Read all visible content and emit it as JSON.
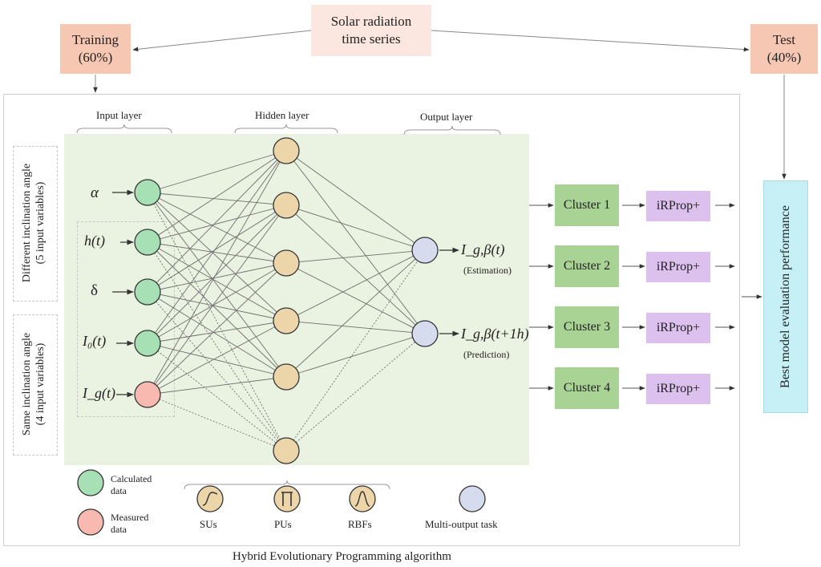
{
  "top": {
    "source": "Solar radiation\ntime series",
    "training": "Training\n(60%)",
    "test": "Test\n(40%)"
  },
  "layers": {
    "input": "Input layer",
    "hidden": "Hidden layer",
    "output": "Output layer"
  },
  "side_labels": {
    "different": "Different inclination angle\n(5 input variables)",
    "same": "Same inclination angle\n(4 input variables)"
  },
  "inputs": [
    {
      "symbol": "α",
      "kind": "calculated"
    },
    {
      "symbol": "h(t)",
      "kind": "calculated"
    },
    {
      "symbol": "δ",
      "kind": "calculated"
    },
    {
      "symbol": "I₀(t)",
      "kind": "calculated"
    },
    {
      "symbol": "I_g(t)",
      "kind": "measured"
    }
  ],
  "outputs": [
    {
      "symbol": "I_g,β(t)",
      "note": "(Estimation)"
    },
    {
      "symbol": "I_g,β(t+1h)",
      "note": "(Prediction)"
    }
  ],
  "clusters": [
    "Cluster 1",
    "Cluster 2",
    "Cluster 3",
    "Cluster 4"
  ],
  "optimizer": "iRProp+",
  "final": "Best model evaluation performance",
  "legend": {
    "calculated": "Calculated\ndata",
    "measured": "Measured\ndata",
    "sus": "SUs",
    "pus": "PUs",
    "rbfs": "RBFs",
    "multi": "Multi-output task"
  },
  "footer": "Hybrid Evolutionary Programming algorithm",
  "colors": {
    "calculated": "#a8e0b5",
    "measured": "#f7b9b0",
    "hidden": "#ecd5a8",
    "output": "#d7dbee",
    "panel": "#eaf3e2"
  }
}
